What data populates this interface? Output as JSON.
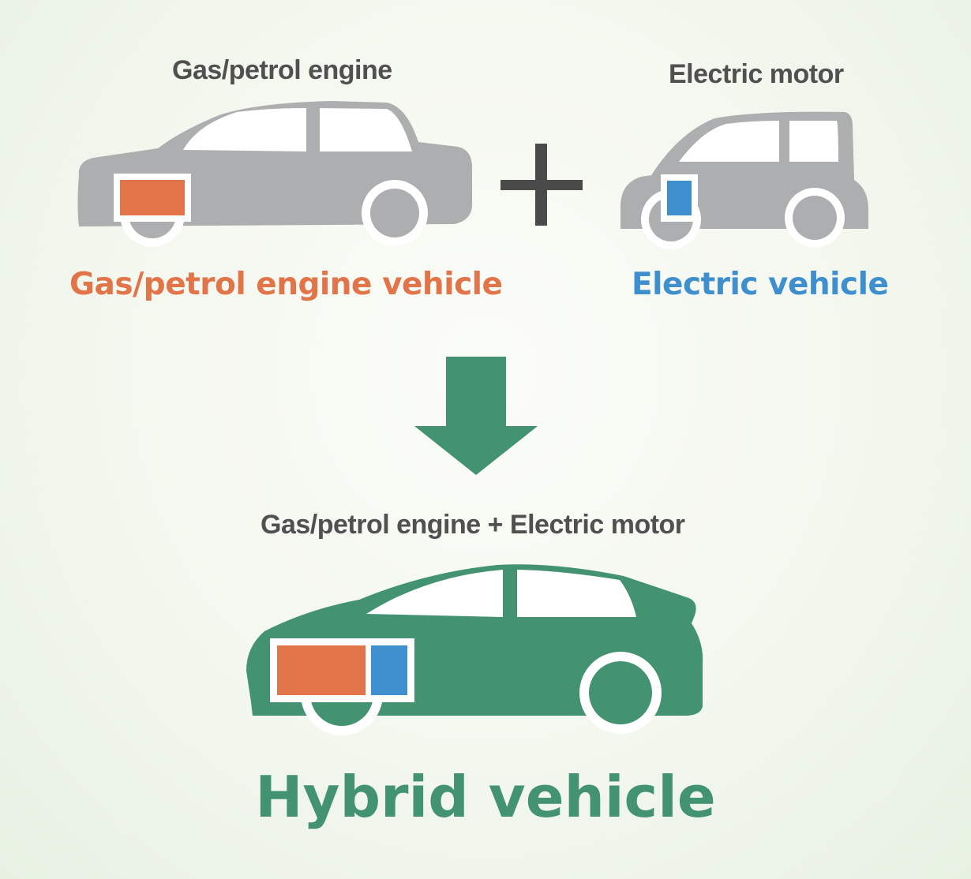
{
  "top": {
    "gas_component_label": "Gas/petrol engine",
    "electric_component_label": "Electric motor",
    "gas_vehicle_name": "Gas/petrol engine vehicle",
    "electric_vehicle_name": "Electric vehicle"
  },
  "bottom": {
    "hybrid_component_label": "Gas/petrol engine + Electric motor",
    "hybrid_vehicle_name": "Hybrid vehicle"
  },
  "colors": {
    "car_gray": "#adaeb0",
    "hybrid_green": "#439272",
    "engine_orange": "#e2744a",
    "motor_blue": "#3f8fcf",
    "label_gray": "#505050",
    "plus_dark": "#4a4a4a"
  }
}
